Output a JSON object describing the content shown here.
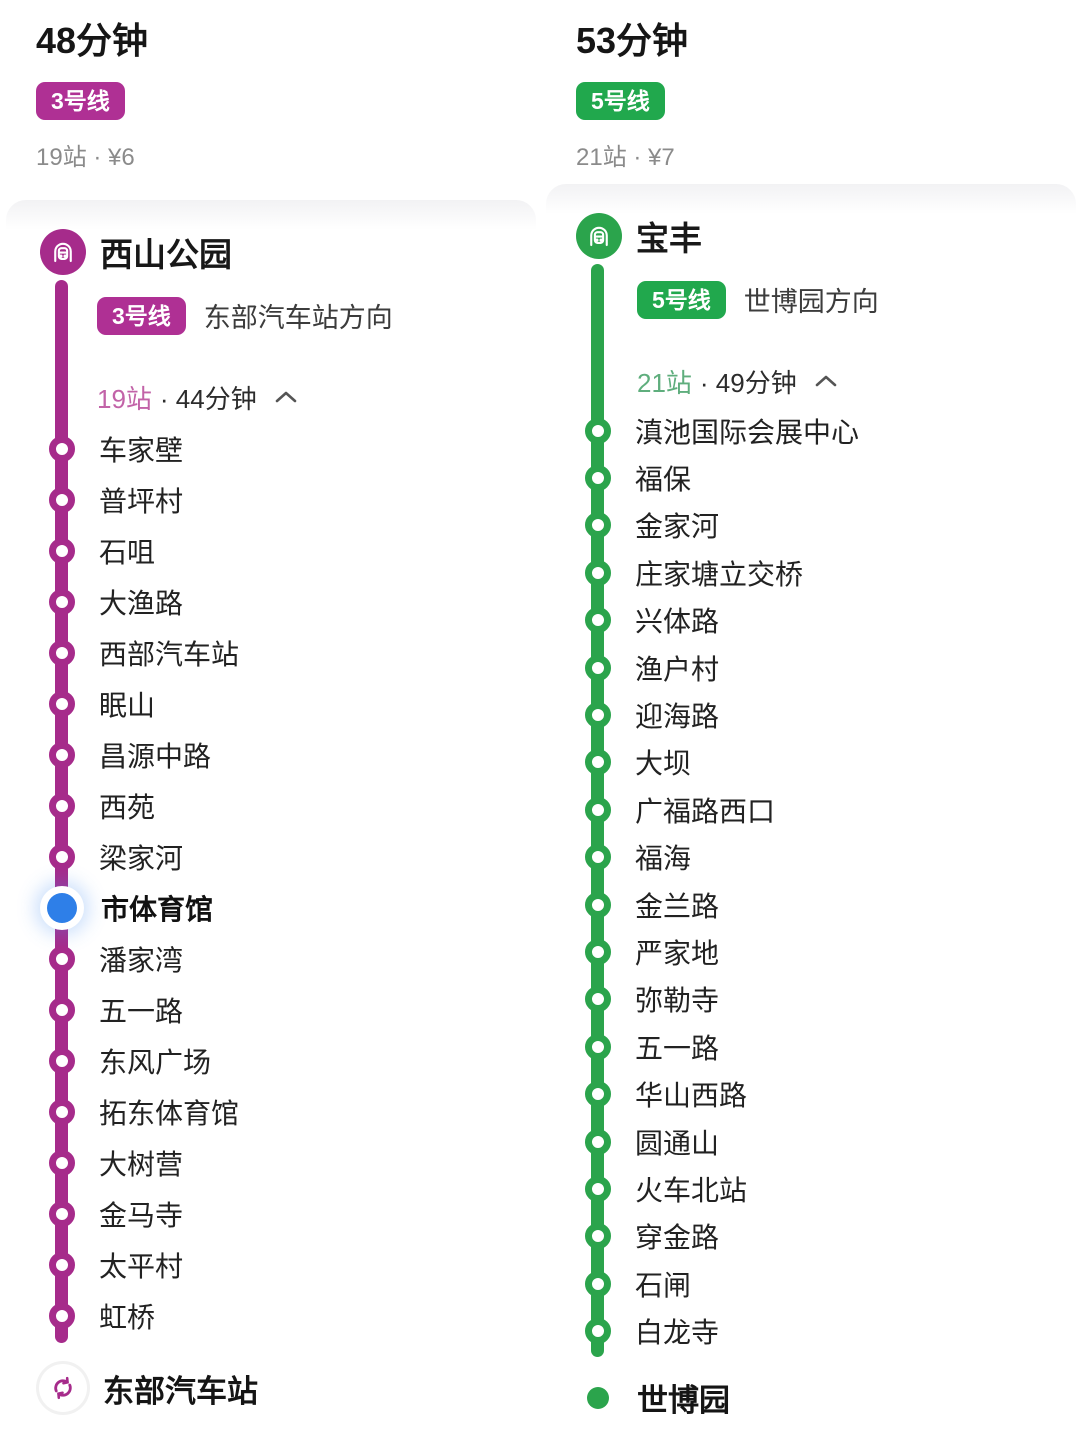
{
  "page": {
    "background": "#ffffff"
  },
  "columns": [
    {
      "summary": {
        "duration": "48分钟",
        "line_badge": "3号线",
        "meta": "19站 · ¥6"
      },
      "colors": {
        "line": "#A62B8B",
        "badge": "#AF3094",
        "stops_accent": "#C263A8",
        "current_dot": "#2E7FE8"
      },
      "route": {
        "origin": "西山公园",
        "origin_icon": "metro-train-icon",
        "line_badge": "3号线",
        "direction": "东部汽车站方向",
        "stops_count": "19站",
        "stops_detail": "· 44分钟",
        "collapse_icon": "chevron-up-icon",
        "stations": [
          "车家壁",
          "普坪村",
          "石咀",
          "大渔路",
          "西部汽车站",
          "眠山",
          "昌源中路",
          "西苑",
          "梁家河",
          "市体育馆",
          "潘家湾",
          "五一路",
          "东风广场",
          "拓东体育馆",
          "大树营",
          "金马寺",
          "太平村",
          "虹桥"
        ],
        "current_station": "市体育馆",
        "terminus": "东部汽车站",
        "terminus_icon": "transfer-loop-icon"
      }
    },
    {
      "summary": {
        "duration": "53分钟",
        "line_badge": "5号线",
        "meta": "21站 · ¥7"
      },
      "colors": {
        "line": "#2BA44C",
        "badge": "#21A84D",
        "stops_accent": "#5FAE7D",
        "current_dot": "#2E7FE8"
      },
      "route": {
        "origin": "宝丰",
        "origin_icon": "metro-train-icon",
        "line_badge": "5号线",
        "direction": "世博园方向",
        "stops_count": "21站",
        "stops_detail": "· 49分钟",
        "collapse_icon": "chevron-up-icon",
        "stations": [
          "滇池国际会展中心",
          "福保",
          "金家河",
          "庄家塘立交桥",
          "兴体路",
          "渔户村",
          "迎海路",
          "大坝",
          "广福路西口",
          "福海",
          "金兰路",
          "严家地",
          "弥勒寺",
          "五一路",
          "华山西路",
          "圆通山",
          "火车北站",
          "穿金路",
          "石闸",
          "白龙寺"
        ],
        "terminus": "世博园",
        "terminus_icon": "terminus-dot"
      }
    }
  ]
}
